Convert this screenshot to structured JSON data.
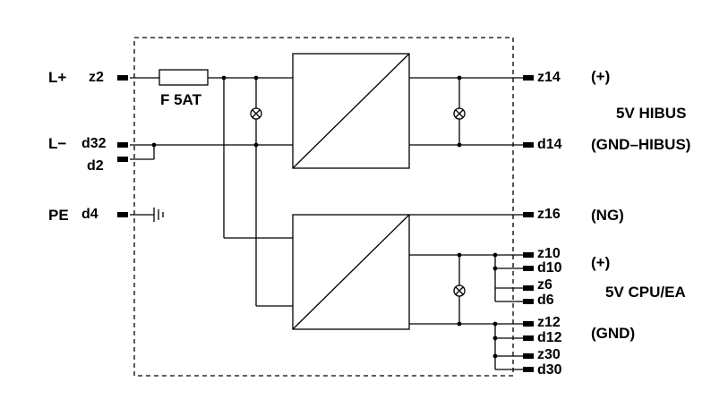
{
  "inputs": {
    "lplus": "L+",
    "lminus": "L−",
    "pe": "PE"
  },
  "pins": {
    "z2": "z2",
    "d32": "d32",
    "d2": "d2",
    "d4": "d4",
    "z14": "z14",
    "d14": "d14",
    "z16": "z16",
    "z10": "z10",
    "d10": "d10",
    "z6": "z6",
    "d6": "d6",
    "z12": "z12",
    "d12": "d12",
    "z30": "z30",
    "d30": "d30"
  },
  "fuse": {
    "label": "F 5AT"
  },
  "outputs": {
    "hibus_plus": "(+)",
    "hibus_name": "5V  HIBUS",
    "hibus_gnd": "(GND–HIBUS)",
    "ng": "(NG)",
    "cpu_plus": "(+)",
    "cpu_name": "5V  CPU/EA",
    "cpu_gnd": "(GND)"
  }
}
